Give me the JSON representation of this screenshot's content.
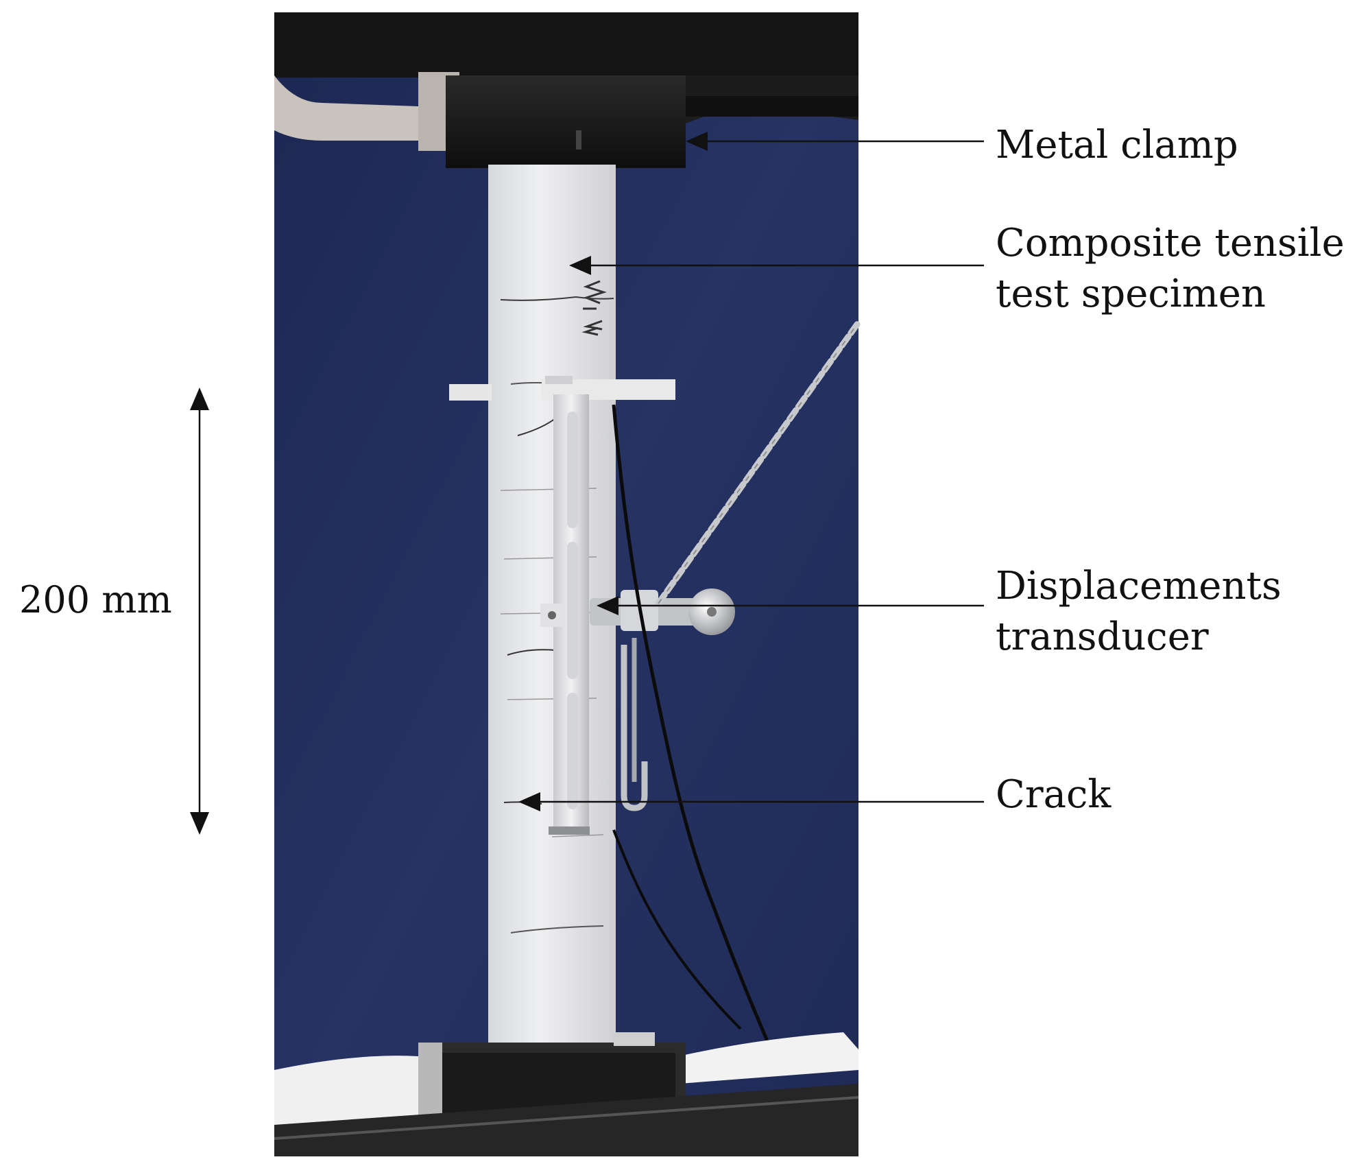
{
  "figure": {
    "labels": {
      "metal_clamp": "Metal clamp",
      "specimen_line1": "Composite tensile",
      "specimen_line2": "test specimen",
      "transducer_line1": "Displacements",
      "transducer_line2": "transducer",
      "crack": "Crack",
      "gauge_length": "200 mm"
    },
    "colors": {
      "backdrop": "#202b57",
      "specimen": "#e6e7e9",
      "clamp": "#151515",
      "annotation": "#111111"
    },
    "icons": [
      "arrow-icon",
      "double-arrow-icon",
      "chain-icon"
    ]
  }
}
